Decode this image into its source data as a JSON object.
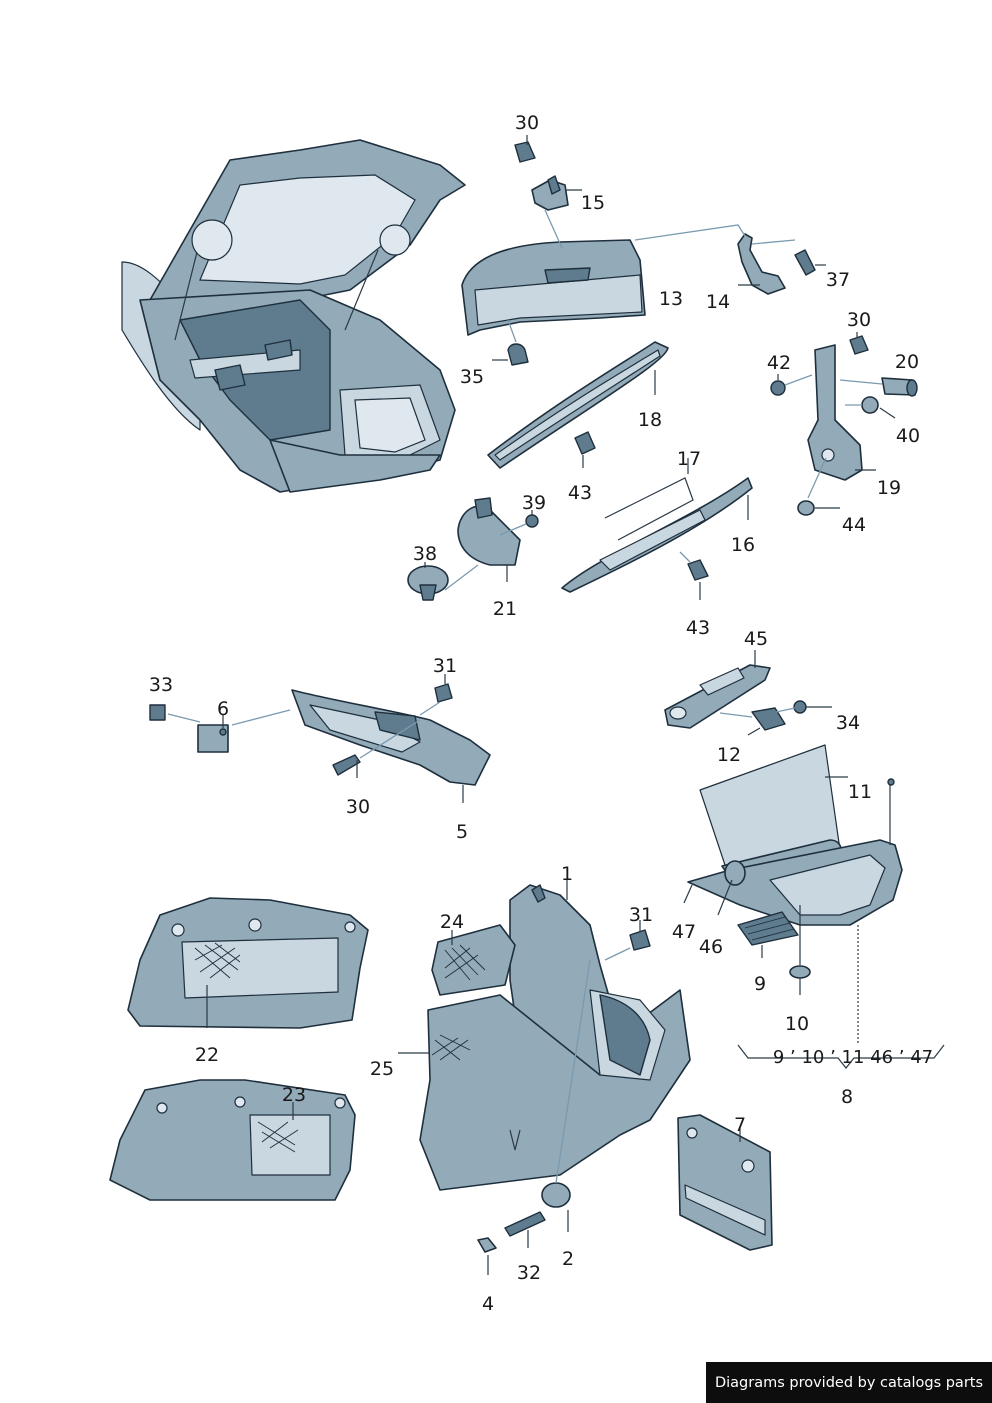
{
  "callouts": [
    {
      "id": "n30a",
      "text": "30"
    },
    {
      "id": "n15",
      "text": "15"
    },
    {
      "id": "n37",
      "text": "37"
    },
    {
      "id": "n13",
      "text": "13"
    },
    {
      "id": "n14",
      "text": "14"
    },
    {
      "id": "n35",
      "text": "35"
    },
    {
      "id": "n30b",
      "text": "30"
    },
    {
      "id": "n42",
      "text": "42"
    },
    {
      "id": "n20",
      "text": "20"
    },
    {
      "id": "n18",
      "text": "18"
    },
    {
      "id": "n40",
      "text": "40"
    },
    {
      "id": "n17",
      "text": "17"
    },
    {
      "id": "n43a",
      "text": "43"
    },
    {
      "id": "n19",
      "text": "19"
    },
    {
      "id": "n39",
      "text": "39"
    },
    {
      "id": "n44",
      "text": "44"
    },
    {
      "id": "n16",
      "text": "16"
    },
    {
      "id": "n38",
      "text": "38"
    },
    {
      "id": "n21",
      "text": "21"
    },
    {
      "id": "n43b",
      "text": "43"
    },
    {
      "id": "n45",
      "text": "45"
    },
    {
      "id": "n31a",
      "text": "31"
    },
    {
      "id": "n33",
      "text": "33"
    },
    {
      "id": "n6",
      "text": "6"
    },
    {
      "id": "n34",
      "text": "34"
    },
    {
      "id": "n12",
      "text": "12"
    },
    {
      "id": "n30c",
      "text": "30"
    },
    {
      "id": "n11",
      "text": "11"
    },
    {
      "id": "n5",
      "text": "5"
    },
    {
      "id": "n1",
      "text": "1"
    },
    {
      "id": "n24",
      "text": "24"
    },
    {
      "id": "n31b",
      "text": "31"
    },
    {
      "id": "n47",
      "text": "47"
    },
    {
      "id": "n46",
      "text": "46"
    },
    {
      "id": "n9",
      "text": "9"
    },
    {
      "id": "n10",
      "text": "10"
    },
    {
      "id": "n22",
      "text": "22"
    },
    {
      "id": "n25",
      "text": "25"
    },
    {
      "id": "n8group",
      "text": "9 ’ 10 ’ 11   46 ’ 47"
    },
    {
      "id": "n8",
      "text": "8"
    },
    {
      "id": "n23",
      "text": "23"
    },
    {
      "id": "n7",
      "text": "7"
    },
    {
      "id": "n2",
      "text": "2"
    },
    {
      "id": "n32",
      "text": "32"
    },
    {
      "id": "n4",
      "text": "4"
    }
  ],
  "credit": "Diagrams provided by catalogs parts"
}
